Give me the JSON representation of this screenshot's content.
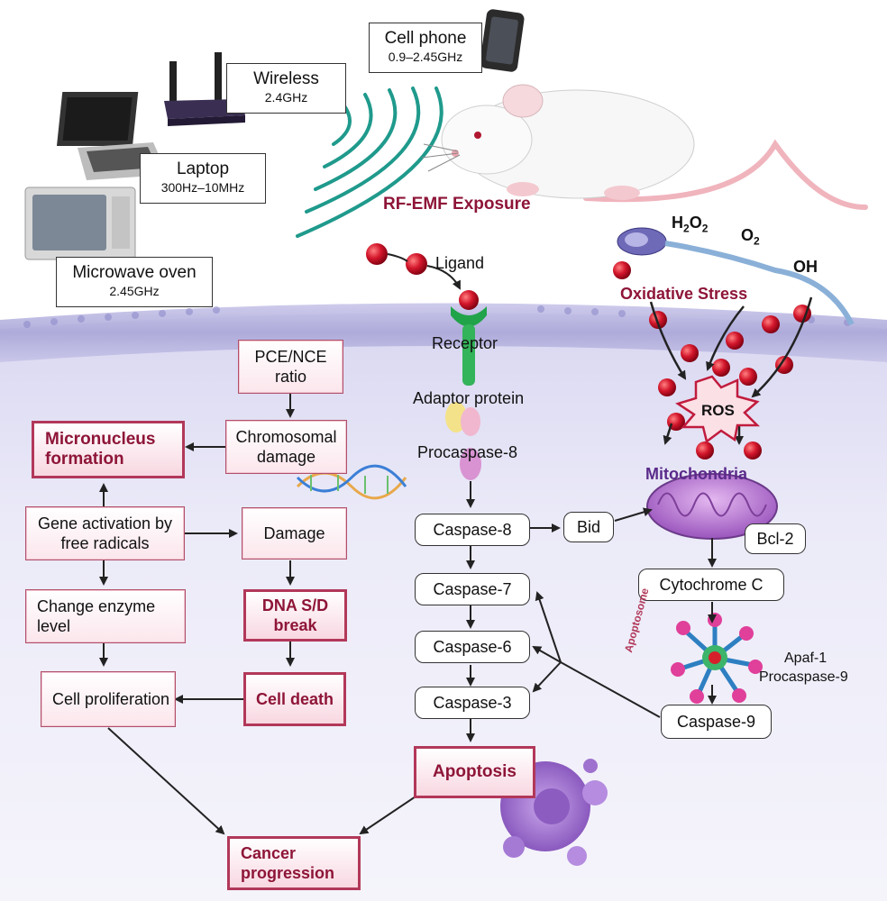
{
  "devices": {
    "cell_phone": {
      "name": "Cell phone",
      "freq": "0.9–2.45GHz"
    },
    "wireless": {
      "name": "Wireless",
      "freq": "2.4GHz"
    },
    "laptop": {
      "name": "Laptop",
      "freq": "300Hz–10MHz"
    },
    "microwave": {
      "name": "Microwave oven",
      "freq": "2.45GHz"
    }
  },
  "exposure_label": "RF-EMF Exposure",
  "receptor_path": {
    "ligand": "Ligand",
    "receptor": "Receptor",
    "adaptor": "Adaptor protein",
    "procaspase8": "Procaspase-8"
  },
  "oxidative": {
    "h2o2": "H",
    "h2o2_sub1": "2",
    "h2o2_mid": "O",
    "h2o2_sub2": "2",
    "o2": "O",
    "o2_sub": "2",
    "oh": "OH",
    "stress": "Oxidative Stress",
    "ros": "ROS",
    "mitochondria": "Mitochondria"
  },
  "left_boxes": {
    "pce_nce": "PCE/NCE ratio",
    "chromosomal": "Chromosomal damage",
    "micronucleus": "Micronucleus formation",
    "gene_activation": "Gene activation by free radicals",
    "damage": "Damage",
    "enzyme": "Change enzyme level",
    "dna_break": "DNA S/D break",
    "cell_prolif": "Cell proliferation",
    "cell_death": "Cell death",
    "cancer": "Cancer progression"
  },
  "caspase_chain": {
    "c8": "Caspase-8",
    "c7": "Caspase-7",
    "c6": "Caspase-6",
    "c3": "Caspase-3",
    "apoptosis": "Apoptosis"
  },
  "mito_path": {
    "bid": "Bid",
    "bcl2": "Bcl-2",
    "cytochrome": "Cytochrome C",
    "apoptosome": "Apoptosome",
    "apaf1": "Apaf-1",
    "procaspase9": "Procaspase-9",
    "caspase9": "Caspase-9"
  },
  "colors": {
    "membrane": "#a9a6d8",
    "wave": "#1f9a8c",
    "accent_red": "#b2385a",
    "mito": "#a268c2",
    "ros_red": "#c8102e"
  }
}
